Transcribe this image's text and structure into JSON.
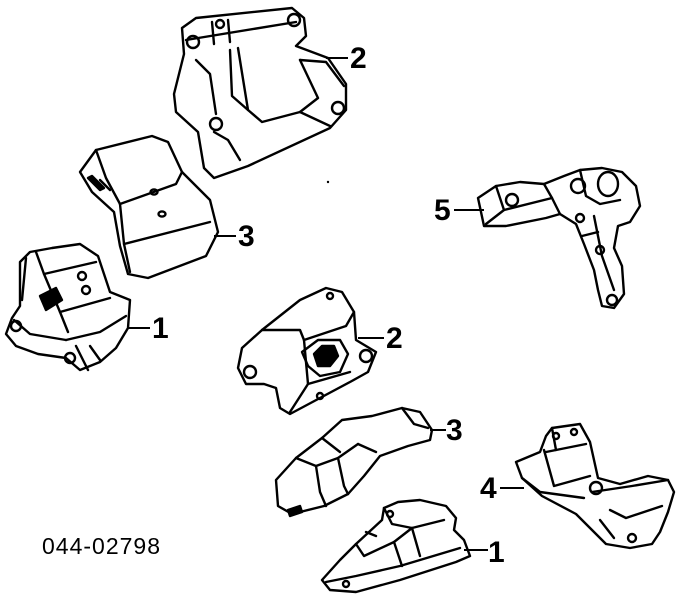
{
  "diagram": {
    "callouts": [
      {
        "id": "top-mount-2",
        "label": "2"
      },
      {
        "id": "left-insulator-3",
        "label": "3"
      },
      {
        "id": "left-mount-1",
        "label": "1"
      },
      {
        "id": "rear-mount-5",
        "label": "5"
      },
      {
        "id": "center-mount-2",
        "label": "2"
      },
      {
        "id": "center-insulator-3",
        "label": "3"
      },
      {
        "id": "right-bracket-4",
        "label": "4"
      },
      {
        "id": "bottom-mount-1",
        "label": "1"
      }
    ],
    "part_number": "044-02798"
  }
}
